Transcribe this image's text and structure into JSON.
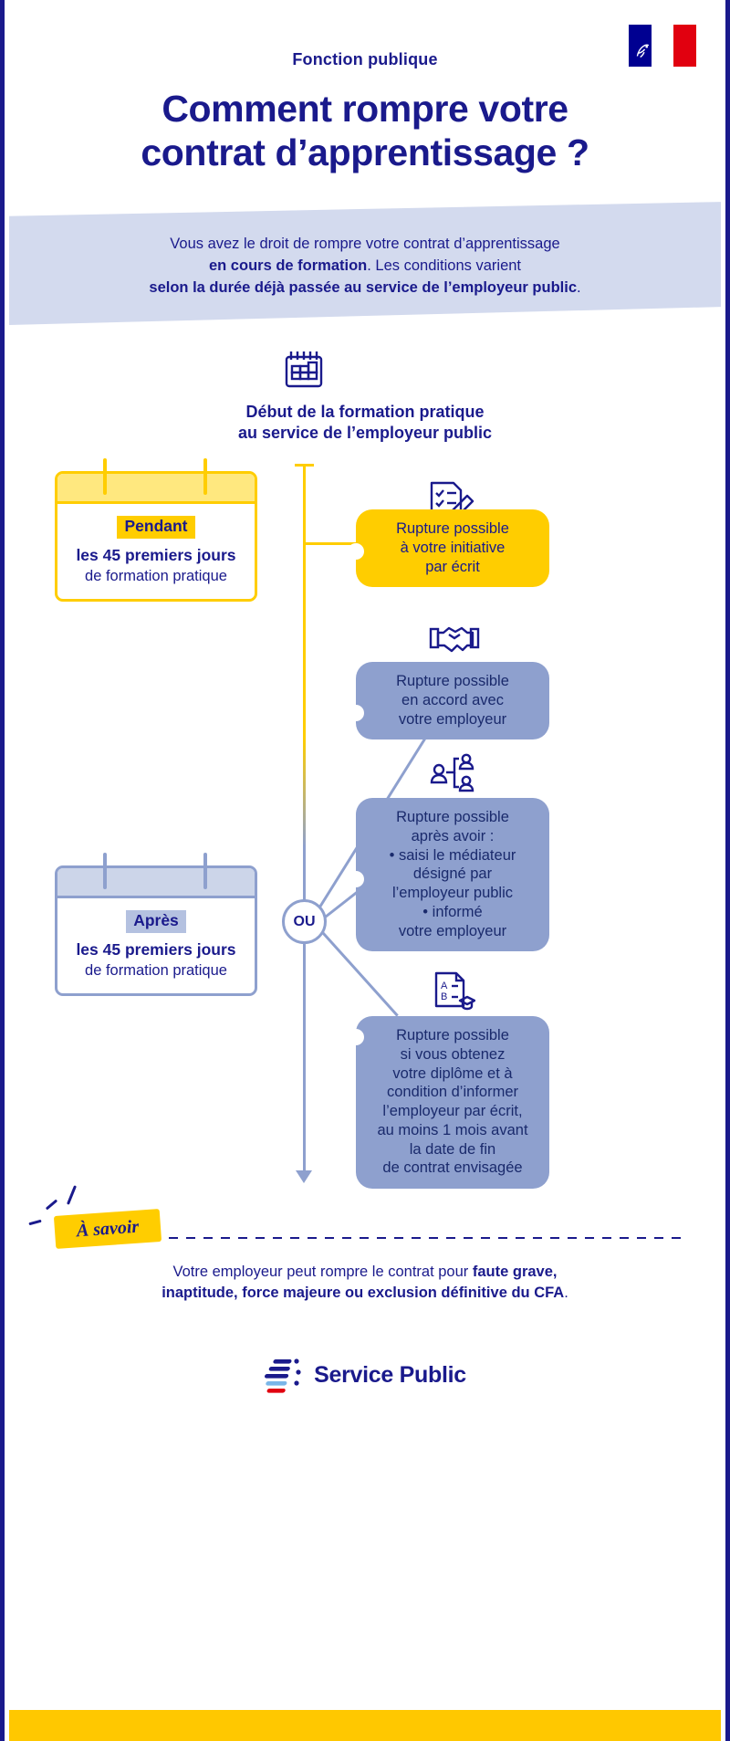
{
  "header": {
    "eyebrow": "Fonction publique",
    "title_line1": "Comment rompre votre",
    "title_line2": "contrat d’apprentissage ?",
    "flag_icon": "french-flag-marianne"
  },
  "intro": {
    "line1": "Vous avez le droit de rompre votre contrat d’apprentissage",
    "line2_bold": "en cours de formation",
    "line2_rest": ". Les conditions varient",
    "line3_pre": "selon la durée déjà passée au service de l’employeur public",
    "line3_post": "."
  },
  "timeline": {
    "head_icon": "calendar-icon",
    "phase_title_line1": "Début de la formation pratique",
    "phase_title_line2": "au service de l’employeur public",
    "or_node_label": "OU"
  },
  "period_cards": [
    {
      "id": "pendant",
      "icon": "calendar-card-icon",
      "chip": "Pendant",
      "line1": "les 45 premiers jours",
      "line2": "de formation pratique",
      "accent": "#ffcd00"
    },
    {
      "id": "apres",
      "icon": "calendar-card-icon",
      "chip": "Après",
      "line1": "les 45 premiers jours",
      "line2": "de formation pratique",
      "accent": "#8ea0ce"
    }
  ],
  "option_cards": [
    {
      "id": "card-1",
      "icon": "checklist-pen-icon",
      "color": "yellow",
      "lines": [
        "Rupture possible",
        "à votre initiative",
        "par écrit"
      ],
      "bullets": []
    },
    {
      "id": "card-2",
      "icon": "handshake-icon",
      "color": "blue",
      "lines": [
        "Rupture possible",
        "en accord avec",
        "votre employeur"
      ],
      "bullets": []
    },
    {
      "id": "card-3",
      "icon": "mediator-people-icon",
      "color": "blue",
      "lines": [
        "Rupture possible",
        "après avoir :"
      ],
      "bullets": [
        "• saisi le médiateur",
        "désigné par",
        "l’employeur public",
        "• informé",
        "votre employeur"
      ]
    },
    {
      "id": "card-4",
      "icon": "diploma-document-icon",
      "color": "blue",
      "lines": [
        "Rupture possible",
        "si vous obtenez",
        "votre diplôme et à",
        "condition d’informer",
        "l’employeur par écrit,",
        "au moins 1 mois avant",
        "la date de fin",
        "de contrat envisagée"
      ],
      "bullets": []
    }
  ],
  "savoir": {
    "badge": "À savoir",
    "text_a": "Votre employeur peut rompre le contrat pour ",
    "text_b_bold": "faute grave,",
    "text_c_bold": "inaptitude, force majeure ou exclusion définitive du CFA",
    "text_d": "."
  },
  "footer": {
    "logo_mark": "service-public-logo",
    "logo_text": "Service Public"
  },
  "colors": {
    "navy": "#1a1a8c",
    "yellow": "#ffcd00",
    "yellow_light": "#ffe87f",
    "blue_card": "#8ea0ce",
    "blue_pale": "#d3daee",
    "footer_yellow": "#ffc800",
    "red": "#e1000f"
  }
}
